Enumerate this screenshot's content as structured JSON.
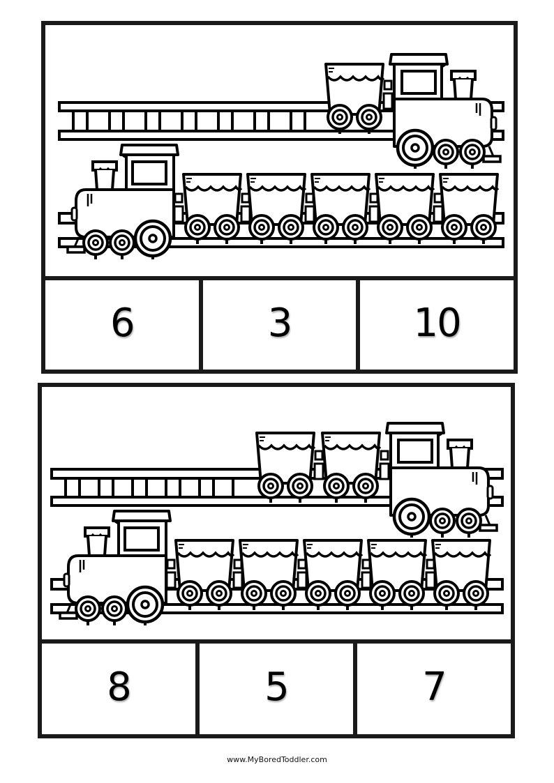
{
  "cards": [
    {
      "top_train": {
        "cars": 1,
        "align": "right"
      },
      "bottom_train": {
        "cars": 5,
        "align": "left"
      },
      "answers": [
        "6",
        "3",
        "10"
      ]
    },
    {
      "top_train": {
        "cars": 2,
        "align": "right"
      },
      "bottom_train": {
        "cars": 5,
        "align": "left"
      },
      "answers": [
        "8",
        "5",
        "7"
      ]
    }
  ],
  "footer": {
    "url": "www.MyBoredToddler.com"
  },
  "colors": {
    "line": "#000000",
    "border": "#1a1a1a",
    "background": "#ffffff"
  }
}
